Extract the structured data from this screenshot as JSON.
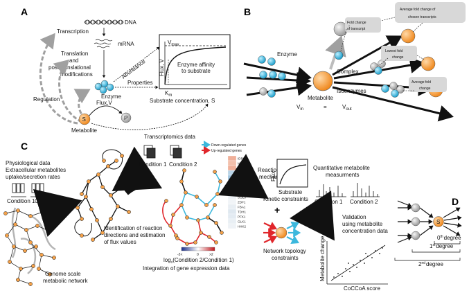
{
  "panels": {
    "a": "A",
    "b": "B",
    "c": "C",
    "d": "D"
  },
  "panel_a": {
    "dna": "DNA",
    "mrna": "mRNA",
    "transcription": "Transcription",
    "translation_l1": "Translation",
    "translation_l2": "and",
    "translation_l3": "post-translational",
    "translation_l4": "modifications",
    "regulation": "Regulation",
    "enzyme": "Enzyme",
    "flux_v": "Flux,V",
    "metabolite": "Metabolite",
    "s": "S",
    "p": "P",
    "abundance": "Abundance",
    "properties": "Properties",
    "vmax": "V",
    "vmax_sub": "max",
    "km": "K",
    "km_sub": "m",
    "flux_axis": "Flux, V",
    "affinity_l1": "Enzyme affinity",
    "affinity_l2": "to substrate",
    "substrate_axis": "Substrate concentration, S"
  },
  "panel_b": {
    "enzyme": "Enzyme",
    "complex": "Complex",
    "isoenzymes": "Isoenzymes",
    "metabolite": "Metabolite",
    "vin": "V",
    "vin_sub": "in",
    "equals": "=",
    "vout": "V",
    "vout_sub": "out",
    "fold_l1": "Fold change",
    "fold_l2": "of transcript",
    "avg_chosen_l1": "Average fold change of",
    "avg_chosen_l2": "chosen transcripts",
    "lowest_l1": "Lowest fold",
    "lowest_l2": "change",
    "avg_l1": "Average fold",
    "avg_l2": "change"
  },
  "panel_c": {
    "physio_l1": "Physiological data",
    "physio_l2": "Extracellular metabolites",
    "physio_l3": "uptake/secretion rates",
    "cond1": "Condition 1",
    "cond2": "Condition 2",
    "genome_l1": "Genome scale",
    "genome_l2": "metabolic network",
    "ident_l1": "Identification of reaction",
    "ident_l2": "directions and estimation",
    "ident_l3": "of flux values",
    "transcriptomics": "Transcriptomics data",
    "down_genes": "Down-regulated genes",
    "up_genes": "Up-regulated genes",
    "genes": [
      "IDP1",
      "MDH1",
      "FUM1",
      "SDH1",
      "IDH1",
      "CIT1",
      "ADH1",
      "GND1",
      "SOL3",
      "ZDF1",
      "FBA1",
      "TDH1",
      "PFK1",
      "GLK1",
      "HXK2"
    ],
    "scale_neg": "-2<",
    "scale_zero": "0",
    "scale_pos": ">2",
    "log_label": "log",
    "log_sub": "2",
    "log_rest": "(Condition 2/Condition 1)",
    "integration": "Integration of gene expression data",
    "reaction_l1": "Reaction",
    "reaction_l2": "mechanism",
    "flux": "Flux",
    "substrate": "Substrate",
    "kinetic": "Kinetic constraints",
    "plus": "+",
    "network_l1": "Network topology",
    "network_l2": "constraints",
    "quant_l1": "Quantitative metabolite",
    "quant_l2": "measurments",
    "valid_l1": "Validation",
    "valid_l2": "using metabolite",
    "valid_l3": "concentration data",
    "metab_change": "Metabolite change",
    "cocco": "CoCCoA score"
  },
  "panel_d": {
    "s": "S",
    "deg0": "0",
    "deg0_sup": "th",
    "deg1": "1",
    "deg1_sup": "st",
    "deg2": "2",
    "deg2_sup": "nd",
    "degree": "degree"
  },
  "colors": {
    "orange": "#f5a24a",
    "blue": "#3cb8dd",
    "grey_node": "#cfcfcf",
    "red": "#e0262b",
    "arrow_grey": "#9a9a9a",
    "callout": "#d8d8d8"
  }
}
